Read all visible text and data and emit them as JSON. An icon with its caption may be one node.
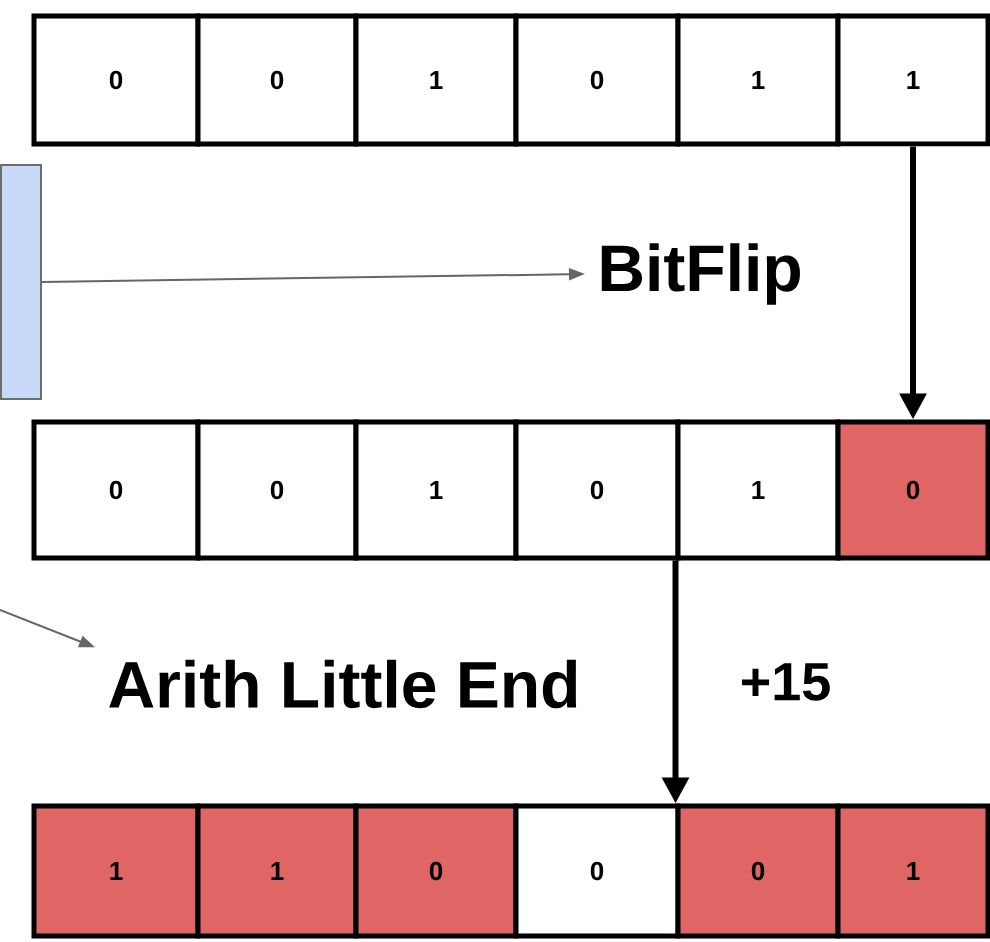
{
  "diagram": {
    "nodes": [
      {
        "text": [
          "0"
        ]
      },
      {
        "text": [
          "0"
        ]
      },
      {
        "text": [
          "1"
        ]
      },
      {
        "text": [
          "0"
        ]
      },
      {
        "text": [
          "1"
        ]
      },
      {
        "text": [
          "1"
        ]
      },
      {
        "text": [],
        "shape": "box"
      },
      {
        "text": [
          "BitFlip"
        ]
      },
      {
        "text": [
          "0"
        ]
      },
      {
        "text": [
          "0"
        ]
      },
      {
        "text": [
          "1"
        ]
      },
      {
        "text": [
          "0"
        ]
      },
      {
        "text": [
          "1"
        ]
      },
      {
        "text": [
          "0"
        ]
      },
      {
        "text": [
          "Arith Little End"
        ]
      },
      {
        "text": [
          "1"
        ]
      },
      {
        "text": [
          "1"
        ]
      },
      {
        "text": [
          "0"
        ]
      },
      {
        "text": [
          "0"
        ]
      },
      {
        "text": [
          "0"
        ]
      },
      {
        "text": [
          "1"
        ]
      }
    ],
    "edges": [
      {
        "from": 6,
        "to": 7,
        "arrow": "to",
        "color": "#666666"
      },
      {
        "from": 5,
        "to": 13,
        "arrow": "to",
        "style": "thick",
        "color": "#000000"
      },
      {
        "from": null,
        "to": 14,
        "arrow": "to",
        "color": "#666666"
      },
      {
        "from": 12,
        "to": 19,
        "arrow": "to",
        "style": "thick",
        "color": "#000000",
        "label": "+15"
      }
    ]
  }
}
